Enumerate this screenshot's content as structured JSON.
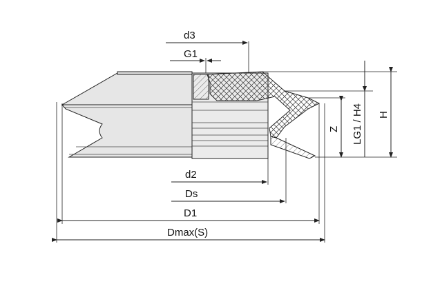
{
  "title": "Suction cup dimension drawing",
  "labels": {
    "d3": "d3",
    "g1": "G1",
    "d2": "d2",
    "ds": "Ds",
    "d1": "D1",
    "dmax": "Dmax(S)",
    "z": "Z",
    "lg1_h4": "LG1 / H4",
    "h": "H"
  },
  "colors": {
    "body_fill": "#e6e6e6",
    "section_fill": "#d4d4d4",
    "line": "#222222"
  }
}
